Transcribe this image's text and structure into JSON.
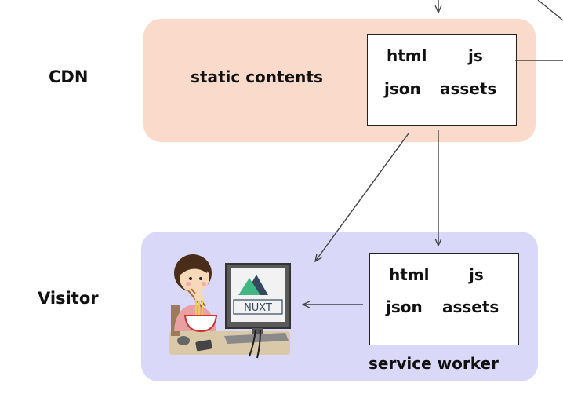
{
  "rows": {
    "cdn_label": "CDN",
    "visitor_label": "Visitor"
  },
  "cdn": {
    "title": "static contents",
    "files": {
      "html": "html",
      "js": "js",
      "json": "json",
      "assets": "assets"
    }
  },
  "visitor": {
    "files": {
      "html": "html",
      "js": "js",
      "json": "json",
      "assets": "assets"
    },
    "cache_label": "service worker",
    "monitor_logo_text": "NUXT"
  },
  "colors": {
    "cdn_panel": "#fadbcb",
    "visitor_panel": "#d9d8f8",
    "nuxt_green": "#41b883",
    "nuxt_dark": "#35495e"
  }
}
